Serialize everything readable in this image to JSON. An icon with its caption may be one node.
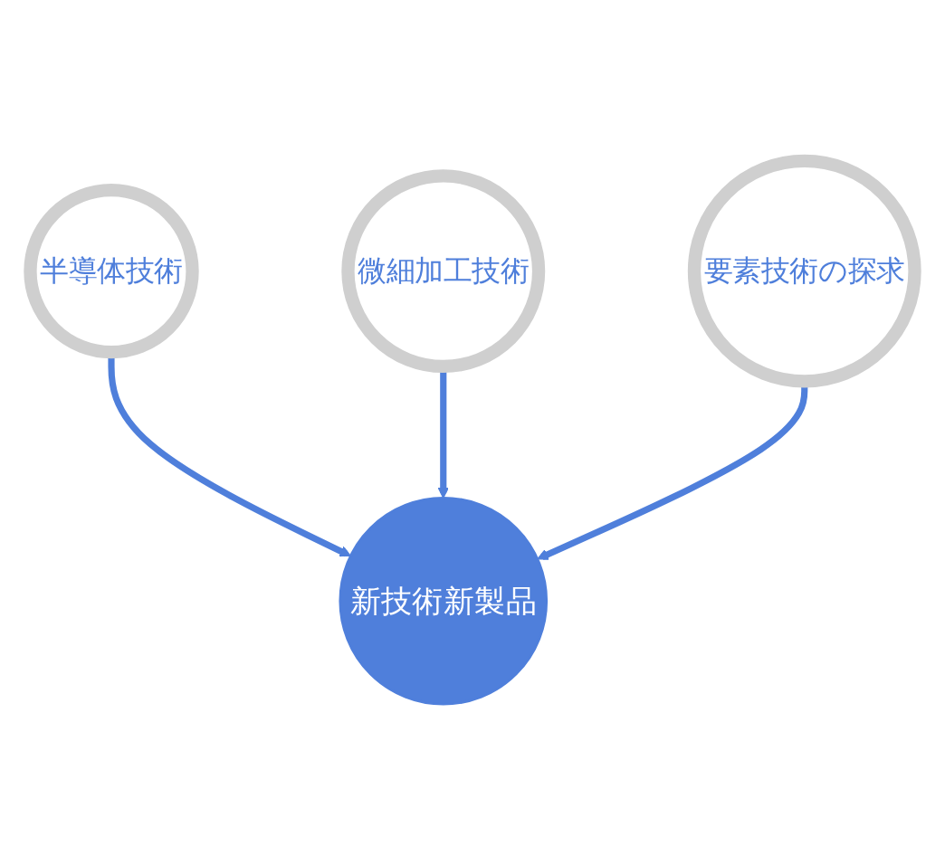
{
  "diagram": {
    "nodes": [
      {
        "text": [
          "半導体技術"
        ]
      },
      {
        "text": [
          "微細加工技術"
        ]
      },
      {
        "text": [
          "新技術新製品"
        ]
      },
      {
        "text": [
          "要素技術の探求"
        ]
      }
    ],
    "edges": [
      {
        "from": 0,
        "to": 2,
        "arrow": "to"
      },
      {
        "from": 1,
        "to": 2,
        "arrow": "to"
      },
      {
        "from": 3,
        "to": 2,
        "arrow": "to"
      }
    ]
  }
}
